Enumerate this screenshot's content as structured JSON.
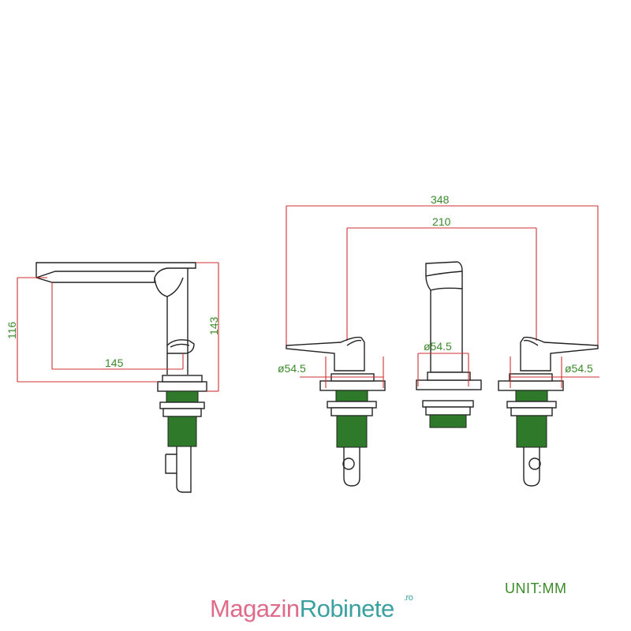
{
  "dimensions": {
    "spout_height": "116",
    "total_height": "143",
    "spout_reach": "145",
    "overall_width": "348",
    "handle_spacing": "210",
    "left_base_diameter": "ø54.5",
    "center_base_diameter": "ø54.5",
    "right_base_diameter": "ø54.5"
  },
  "unit_label": "UNIT:MM",
  "brand": {
    "part1": "Magazin",
    "part2": "Robinete",
    "suffix": ".ro"
  },
  "colors": {
    "outline": "#222222",
    "dimension_line": "#d03030",
    "dimension_text": "#3a8a2a",
    "thread": "#2f7a2a"
  }
}
